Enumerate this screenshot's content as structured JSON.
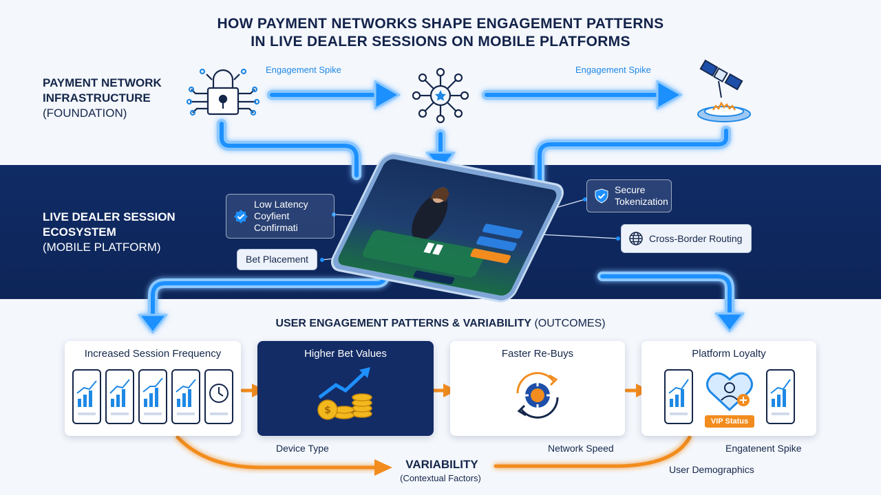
{
  "title": {
    "line1": "HOW PAYMENT NETWORKS SHAPE ENGAGEMENT PATTERNS",
    "line2": "IN LIVE DEALER SESSIONS ON MOBILE PLATFORMS"
  },
  "rows": {
    "top": {
      "bold1": "PAYMENT NETWORK",
      "bold2": "INFRASTRUCTURE",
      "sub": "(FOUNDATION)"
    },
    "middle": {
      "bold1": "LIVE DEALER SESSION",
      "bold2": "ECOSYSTEM",
      "sub": "(MOBILE PLATFORM)"
    }
  },
  "arrow_labels": {
    "left": "Engagement Spike",
    "right": "Engagement Spike"
  },
  "callouts": {
    "low_latency_line1": "Low Latency",
    "low_latency_line2": "Coyfient Confirmati",
    "bet_placement": "Bet Placement",
    "secure_line1": "Secure",
    "secure_line2": "Tokenization",
    "cross_border": "Cross-Border Routing"
  },
  "outcomes": {
    "heading_bold": "USER ENGAGEMENT PATTERNS & VARIABILITY",
    "heading_rest": " (OUTCOMES)",
    "cards": [
      {
        "title": "Increased Session Frequency"
      },
      {
        "title": "Higher Bet Values"
      },
      {
        "title": "Faster Re-Buys"
      },
      {
        "title": "Platform Loyalty"
      }
    ],
    "vip_badge": "VIP Status"
  },
  "variability": {
    "title": "VARIABILITY",
    "subtitle": "(Contextual Factors)",
    "factors": {
      "device": "Device Type",
      "network": "Network Speed",
      "spike": "Engatenent Spike",
      "demographics": "User Demographics"
    }
  },
  "colors": {
    "navy": "#102c66",
    "flow_blue": "#1e90ff",
    "flow_glow": "#8cc8ff",
    "orange": "#f28c1e",
    "icon_navy": "#14264a"
  }
}
